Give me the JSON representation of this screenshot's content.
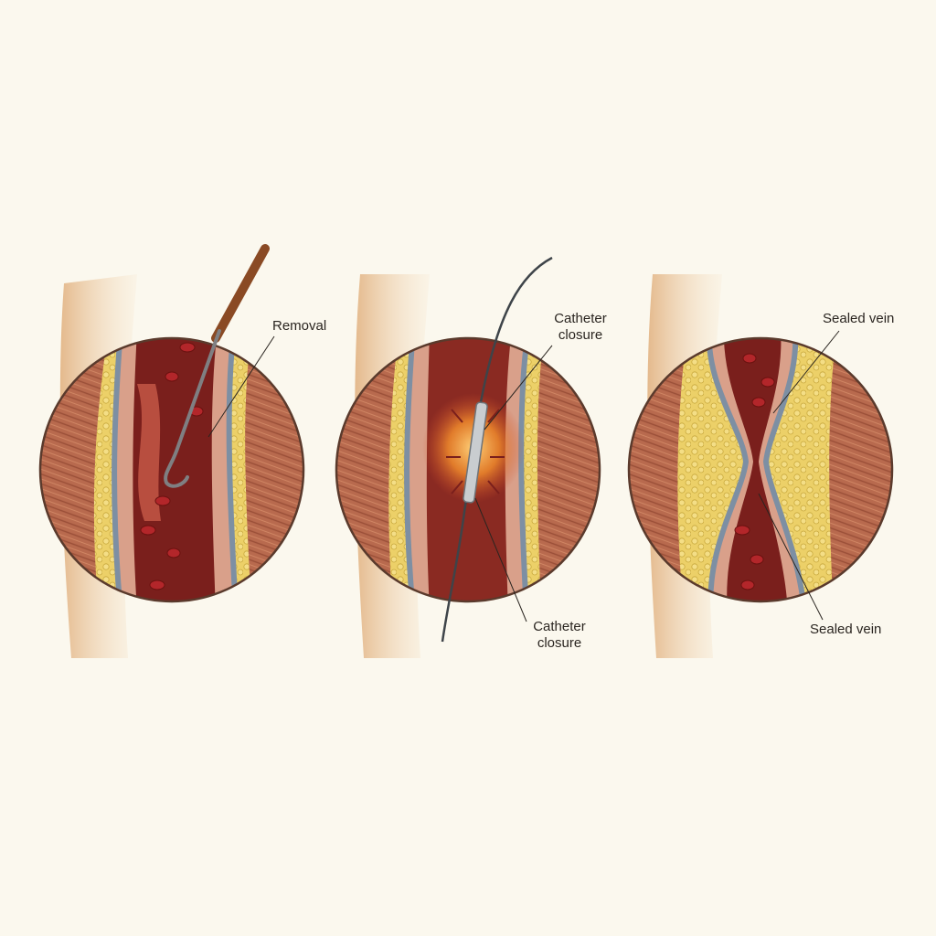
{
  "panels": [
    {
      "id": "removal",
      "labels": [
        {
          "lines": [
            "Removal"
          ]
        }
      ]
    },
    {
      "id": "catheter",
      "labels": [
        {
          "lines": [
            "Catheter",
            "closure"
          ]
        },
        {
          "lines": [
            "Catheter",
            "closure"
          ]
        }
      ]
    },
    {
      "id": "sealed",
      "labels": [
        {
          "lines": [
            "Sealed vein"
          ]
        },
        {
          "lines": [
            "Sealed vein"
          ]
        }
      ]
    }
  ],
  "colors": {
    "background": "#fbf8ee",
    "skin": "#e9c9a0",
    "muscle": "#b86a4e",
    "fat": "#ecd068",
    "vein_wall": "#7d8fa3",
    "blood": "#7a1f1c",
    "red_cell": "#b3262a",
    "heat": "#f08a2c",
    "instrument": "#7f7f82",
    "handle": "#8a4a24"
  }
}
